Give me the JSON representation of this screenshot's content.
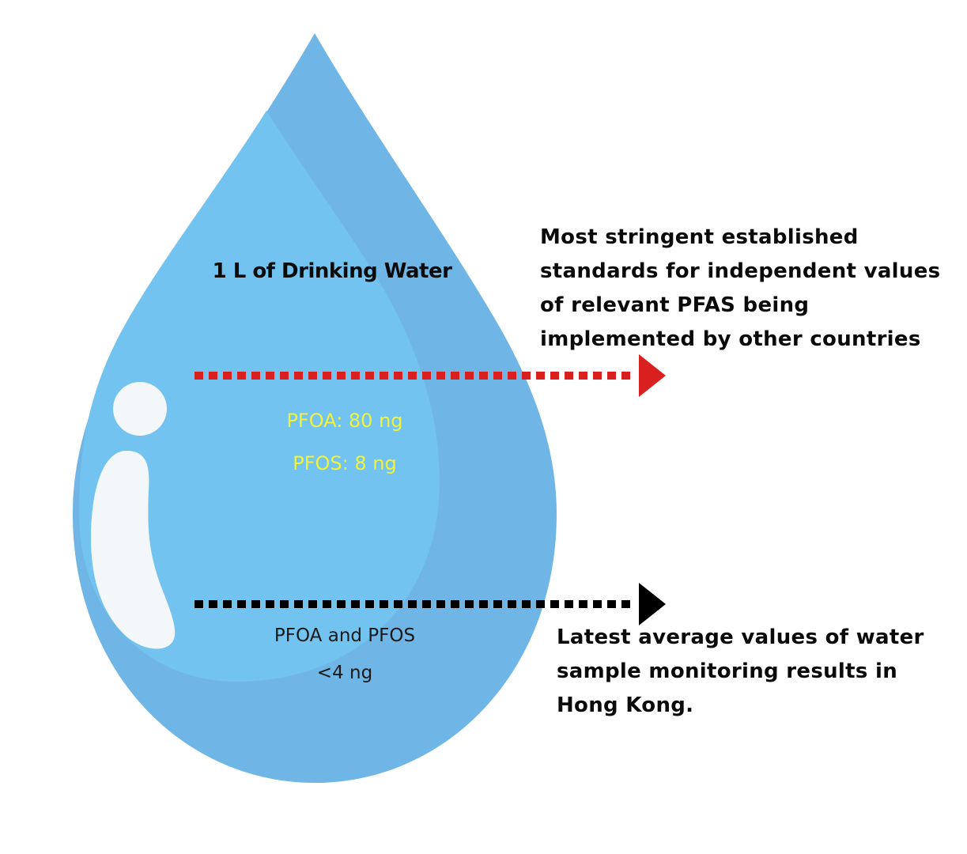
{
  "drop": {
    "title": "1 L of Drinking Water"
  },
  "standards": {
    "pfoa": "PFOA: 80 ng",
    "pfos": "PFOS: 8 ng",
    "description_lines": [
      "Most stringent established",
      "standards for independent values",
      "of relevant PFAS being",
      "implemented by other countries"
    ],
    "arrow_color": "#d9201e"
  },
  "hong_kong": {
    "label": "PFOA and PFOS",
    "value": "<4 ng",
    "description_lines": [
      "Latest average values of water",
      "sample monitoring results in",
      "Hong Kong."
    ],
    "arrow_color": "#000000"
  },
  "colors": {
    "drop_outer": "#6fb5e6",
    "drop_inner": "#72c3ef",
    "info_icon": "#f3f7f9",
    "value_yellow": "#f2f23a"
  }
}
